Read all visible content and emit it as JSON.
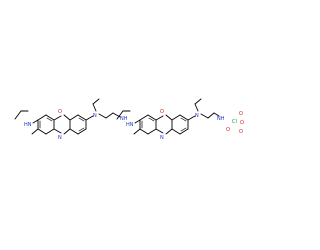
{
  "figure": {
    "background": "#ffffff",
    "bond_color": "#000000"
  },
  "colors": {
    "nitrogen": "#2233cc",
    "oxygen": "#d42020",
    "chlorine": "#1fa01f",
    "text_dark": "#333333"
  },
  "labels": {
    "nh": "HN",
    "nplus": "N",
    "o": "O",
    "n_ring": "N",
    "nh2": "NH",
    "cl": "Cl",
    "o1": "O",
    "o2": "O",
    "o3": "O",
    "o4": "O"
  }
}
